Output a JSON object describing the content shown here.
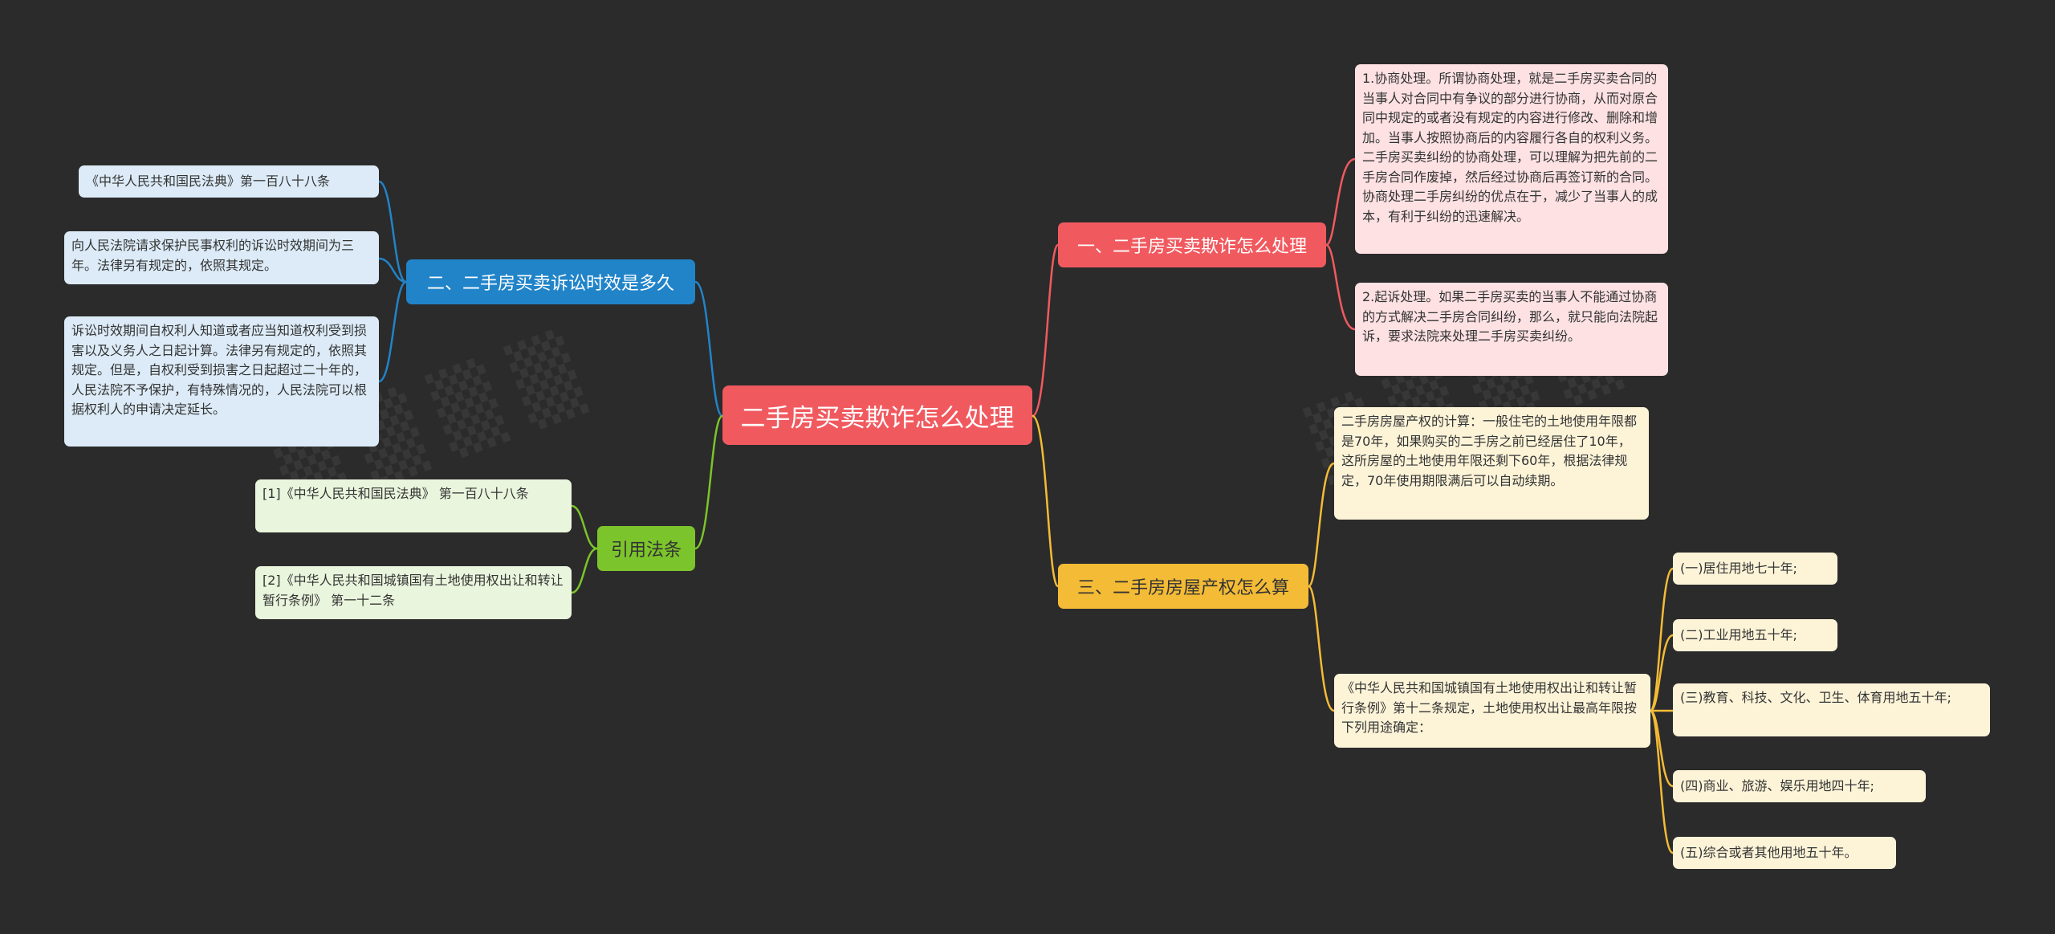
{
  "colors": {
    "background": "#2b2b2b",
    "root": "#f05a5f",
    "branch_red": "#f05a5f",
    "branch_blue": "#2184c9",
    "branch_yellow": "#f4bb36",
    "branch_green": "#7cc42b"
  },
  "root": {
    "label": "二手房买卖欺诈怎么处理"
  },
  "branches": {
    "handling": {
      "label": "一、二手房买卖欺诈怎么处理",
      "items": [
        "1.协商处理。所谓协商处理，就是二手房买卖合同的当事人对合同中有争议的部分进行协商，从而对原合同中规定的或者没有规定的内容进行修改、删除和增加。当事人按照协商后的内容履行各自的权利义务。二手房买卖纠纷的协商处理，可以理解为把先前的二手房合同作废掉，然后经过协商后再签订新的合同。协商处理二手房纠纷的优点在于，减少了当事人的成本，有利于纠纷的迅速解决。",
        "2.起诉处理。如果二手房买卖的当事人不能通过协商的方式解决二手房合同纠纷，那么，就只能向法院起诉，要求法院来处理二手房买卖纠纷。"
      ]
    },
    "limitation": {
      "label": "二、二手房买卖诉讼时效是多久",
      "items": [
        "《中华人民共和国民法典》第一百八十八条",
        "向人民法院请求保护民事权利的诉讼时效期间为三年。法律另有规定的，依照其规定。",
        "诉讼时效期间自权利人知道或者应当知道权利受到损害以及义务人之日起计算。法律另有规定的，依照其规定。但是，自权利受到损害之日起超过二十年的，人民法院不予保护，有特殊情况的，人民法院可以根据权利人的申请决定延长。"
      ]
    },
    "property": {
      "label": "三、二手房房屋产权怎么算",
      "items": [
        "二手房房屋产权的计算：一般住宅的土地使用年限都是70年，如果购买的二手房之前已经居住了10年，这所房屋的土地使用年限还剩下60年，根据法律规定，70年使用期限满后可以自动续期。",
        "《中华人民共和国城镇国有土地使用权出让和转让暂行条例》第十二条规定，土地使用权出让最高年限按下列用途确定："
      ],
      "sub_items": [
        "(一)居住用地七十年;",
        "(二)工业用地五十年;",
        "(三)教育、科技、文化、卫生、体育用地五十年;",
        "(四)商业、旅游、娱乐用地四十年;",
        "(五)综合或者其他用地五十年。"
      ]
    },
    "citations": {
      "label": "引用法条",
      "items": [
        "[1]《中华人民共和国民法典》 第一百八十八条",
        "[2]《中华人民共和国城镇国有土地使用权出让和转让暂行条例》 第一十二条"
      ]
    }
  }
}
